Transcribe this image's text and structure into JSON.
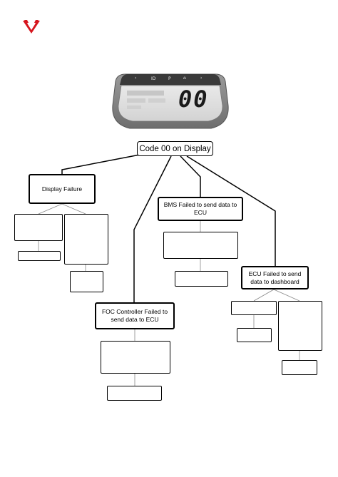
{
  "brand": {
    "logo_icon": "brand-logo-icon",
    "color": "#d6161e"
  },
  "dashboard": {
    "digits": "00",
    "icons": [
      "‹",
      "ID",
      "P",
      "⌂",
      "›"
    ],
    "bar_color": "#3a3a3a",
    "bezel_color": "#8a8a8a"
  },
  "root": {
    "label": "Code 00 on Display"
  },
  "branches": {
    "display": {
      "label": "Display Failure"
    },
    "foc": {
      "label": "FOC Controller Failed to send data to ECU"
    },
    "bms": {
      "label": "BMS Failed to send data to ECU"
    },
    "ecu": {
      "label": "ECU Failed to send data to dashboard"
    }
  }
}
